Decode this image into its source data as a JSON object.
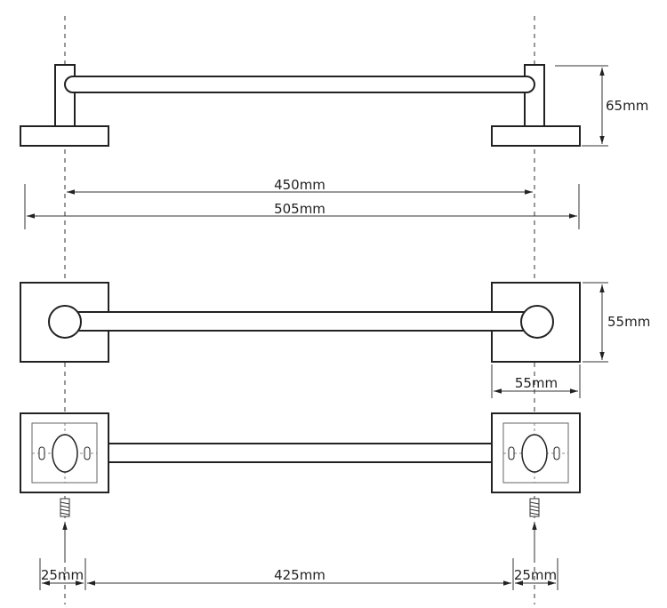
{
  "dimensions": {
    "side_height": "65mm",
    "center_distance": "450mm",
    "overall_length": "505mm",
    "base_height": "55mm",
    "base_width": "55mm",
    "left_offset": "25mm",
    "mount_distance": "425mm",
    "right_offset": "25mm"
  },
  "colors": {
    "line": "#222222",
    "fill": "#ffffff",
    "detail": "#444444"
  }
}
